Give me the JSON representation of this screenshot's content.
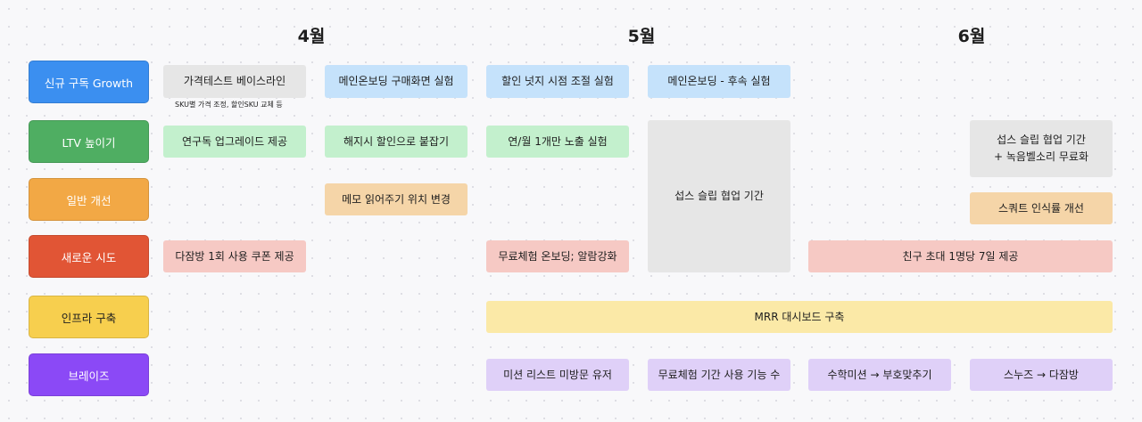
{
  "months": [
    "4월",
    "5월",
    "6월"
  ],
  "rows": [
    {
      "label": "신규 구독 Growth",
      "color": "#3b8ff0"
    },
    {
      "label": "LTV 높이기",
      "color": "#4fae62"
    },
    {
      "label": "일반 개선",
      "color": "#f2a845"
    },
    {
      "label": "새로운 시도",
      "color": "#e15535"
    },
    {
      "label": "인프라 구축",
      "color": "#f7cf4e"
    },
    {
      "label": "브레이즈",
      "color": "#8b49f6"
    }
  ],
  "cards": {
    "pricing_test": "가격테스트 베이스라인",
    "pricing_note": "SKU별 가격 조정, 할인SKU 교체 등",
    "onboarding_purchase": "메인온보딩 구매화면 실험",
    "discount_nudge": "할인 넛지 시점 조절 실험",
    "onboarding_followup": "메인온보딩 - 후속 실험",
    "annual_upgrade": "연구독 업그레이드 제공",
    "cancel_discount": "해지시 할인으로 붙잡기",
    "annual_monthly_1": "연/월 1개만 노출 실험",
    "sleep_collab_tall": "섭스 슬립 협업 기간",
    "sleep_collab_free": "섭스 슬립 협업 기간\n+ 녹음벨소리 무료화",
    "memo_position": "메모 읽어주기 위치 변경",
    "squat_recognition": "스쿼트 인식률 개선",
    "group_coupon": "다잠방 1회 사용 쿠폰 제공",
    "trial_onboarding": "무료체험 온보딩; 알람강화",
    "friend_invite": "친구 초대 1명당 7일 제공",
    "mrr_dashboard": "MRR 대시보드 구축",
    "mission_list": "미션 리스트 미방문 유저",
    "trial_feature": "무료체험 기간 사용 기능 수",
    "math_mission": "수학미션 → 부호맞추기",
    "snooze_group": "스누즈 → 다잠방"
  }
}
